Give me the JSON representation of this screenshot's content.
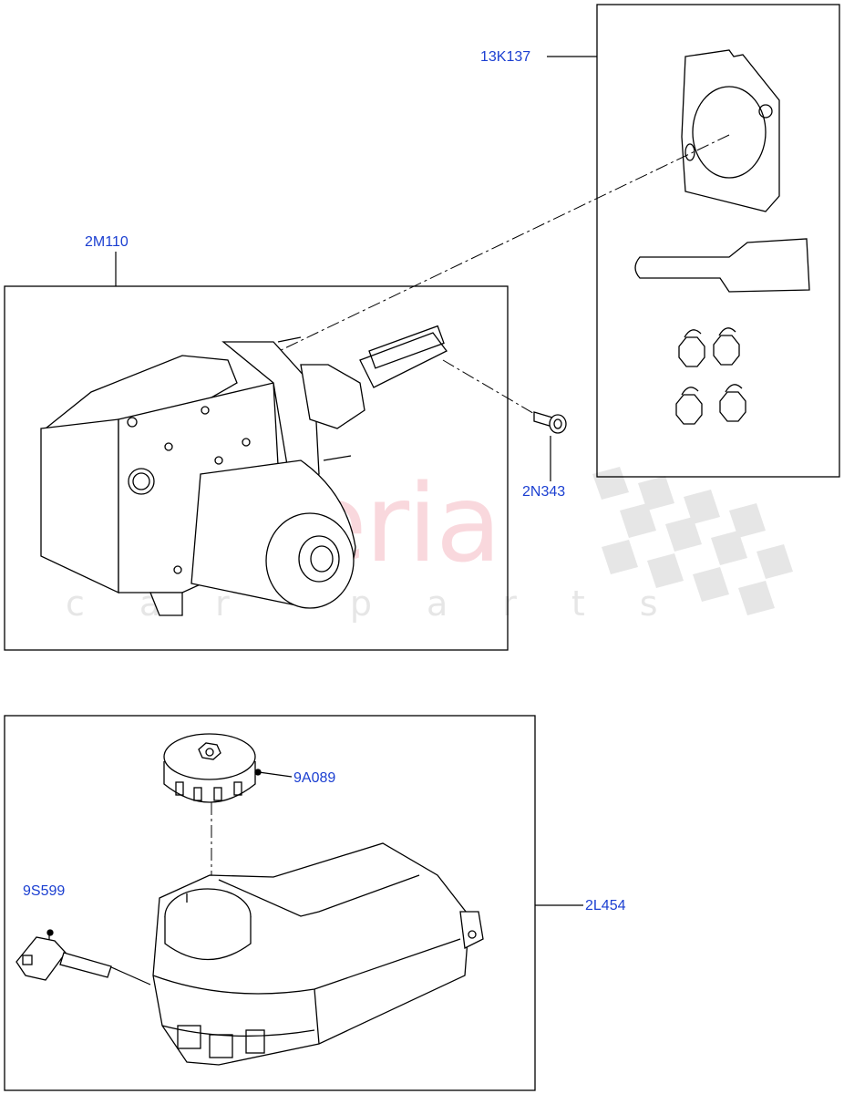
{
  "colors": {
    "callout": "#1b3fd1",
    "line": "#000000",
    "watermark_text": "#e0304a",
    "watermark_sub": "#c8c8c8",
    "checker": "#dcdcdc"
  },
  "watermark": {
    "brand": "scuderia",
    "tagline": "car parts"
  },
  "callouts": {
    "gasket_kit": "13K137",
    "abs_module": "2M110",
    "clevis_pin": "2N343",
    "reservoir_cap": "9A089",
    "level_sensor": "9S599",
    "reservoir": "2L454"
  },
  "icons": {
    "gasket": "gasket-icon",
    "tool": "spatula-tool-icon",
    "caps": "bolt-cap-icon",
    "pump": "abs-pump-icon",
    "pin": "clevis-pin-icon",
    "cap": "reservoir-cap-icon",
    "reservoir": "fluid-reservoir-icon",
    "sensor": "level-sensor-icon"
  }
}
